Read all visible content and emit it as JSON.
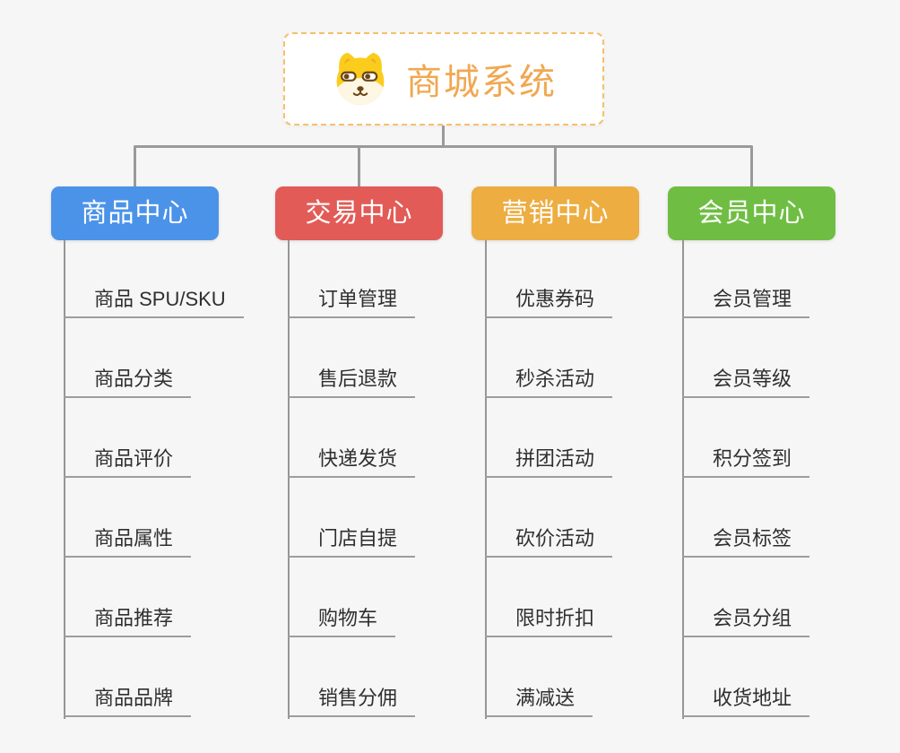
{
  "colors": {
    "background": "#F6F6F7",
    "connector": "#9A9A9A",
    "item_text": "#2F2F2F",
    "node_text": "#FFFFFF"
  },
  "root": {
    "title": "商城系统",
    "icon": "shiba-dog-icon",
    "text_color": "#F0A851",
    "border_color": "#F6C06A"
  },
  "branches": [
    {
      "label": "商品中心",
      "color": "#4B93E8",
      "items": [
        "商品 SPU/SKU",
        "商品分类",
        "商品评价",
        "商品属性",
        "商品推荐",
        "商品品牌"
      ]
    },
    {
      "label": "交易中心",
      "color": "#E25B57",
      "items": [
        "订单管理",
        "售后退款",
        "快递发货",
        "门店自提",
        "购物车",
        "销售分佣"
      ]
    },
    {
      "label": "营销中心",
      "color": "#EDAD41",
      "items": [
        "优惠券码",
        "秒杀活动",
        "拼团活动",
        "砍价活动",
        "限时折扣",
        "满减送"
      ]
    },
    {
      "label": "会员中心",
      "color": "#6FBE43",
      "items": [
        "会员管理",
        "会员等级",
        "积分签到",
        "会员标签",
        "会员分组",
        "收货地址"
      ]
    }
  ]
}
